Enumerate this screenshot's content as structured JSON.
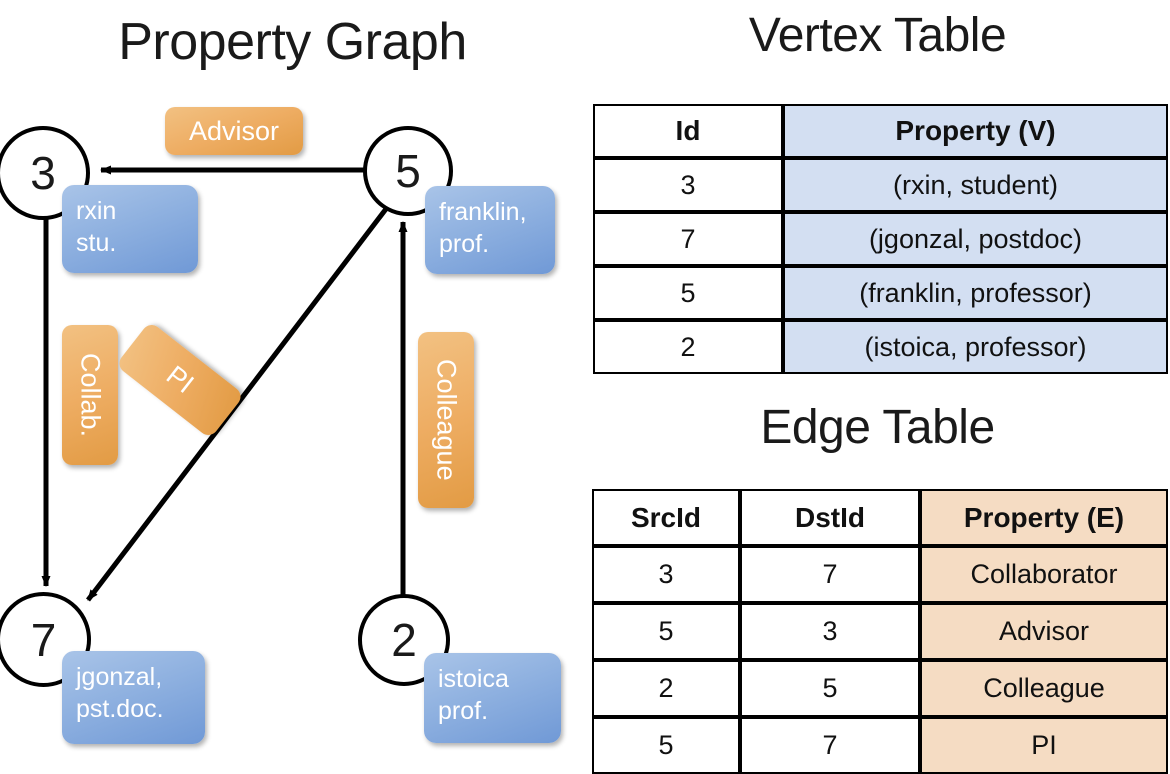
{
  "titles": {
    "property_graph": "Property Graph",
    "vertex_table": "Vertex Table",
    "edge_table": "Edge Table"
  },
  "colors": {
    "vertex_property_fill": "#d3dff2",
    "edge_property_fill": "#f5dcc3",
    "vertex_box_blue": "#8fb1e0",
    "edge_label_orange": "#eead63",
    "stroke": "#000000",
    "background": "#ffffff"
  },
  "graph": {
    "nodes": [
      {
        "id": "3",
        "label": "3",
        "property_lines": [
          "rxin",
          "stu."
        ]
      },
      {
        "id": "5",
        "label": "5",
        "property_lines": [
          "franklin,",
          "prof."
        ]
      },
      {
        "id": "7",
        "label": "7",
        "property_lines": [
          "jgonzal,",
          "pst.doc."
        ]
      },
      {
        "id": "2",
        "label": "2",
        "property_lines": [
          "istoica",
          "prof."
        ]
      }
    ],
    "edge_labels": [
      {
        "name": "advisor",
        "text": "Advisor",
        "orientation": "horizontal"
      },
      {
        "name": "collab",
        "text": "Collab.",
        "orientation": "vertical"
      },
      {
        "name": "pi",
        "text": "PI",
        "orientation": "rotated"
      },
      {
        "name": "colleague",
        "text": "Colleague",
        "orientation": "vertical"
      }
    ],
    "edges": [
      {
        "from": "5",
        "to": "3",
        "label": "Advisor"
      },
      {
        "from": "3",
        "to": "7",
        "label": "Collab."
      },
      {
        "from": "5",
        "to": "7",
        "label": "PI"
      },
      {
        "from": "2",
        "to": "5",
        "label": "Colleague"
      }
    ]
  },
  "vertex_table": {
    "headers": [
      "Id",
      "Property (V)"
    ],
    "rows": [
      {
        "id": "3",
        "property": "(rxin, student)"
      },
      {
        "id": "7",
        "property": "(jgonzal, postdoc)"
      },
      {
        "id": "5",
        "property": "(franklin, professor)"
      },
      {
        "id": "2",
        "property": "(istoica, professor)"
      }
    ]
  },
  "edge_table": {
    "headers": [
      "SrcId",
      "DstId",
      "Property (E)"
    ],
    "rows": [
      {
        "src": "3",
        "dst": "7",
        "property": "Collaborator"
      },
      {
        "src": "5",
        "dst": "3",
        "property": "Advisor"
      },
      {
        "src": "2",
        "dst": "5",
        "property": "Colleague"
      },
      {
        "src": "5",
        "dst": "7",
        "property": "PI"
      }
    ]
  }
}
